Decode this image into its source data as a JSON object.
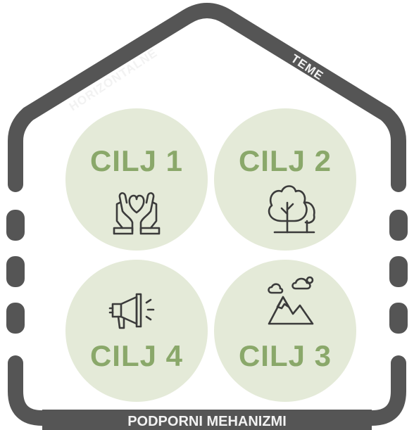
{
  "roof": {
    "left_label": "HORIZONTALNE",
    "right_label": "TEME"
  },
  "base": {
    "label": "PODPORNI MEHANIZMI"
  },
  "goals": [
    {
      "label": "CILJ 1",
      "icon": "hands-heart-icon"
    },
    {
      "label": "CILJ 2",
      "icon": "tree-icon"
    },
    {
      "label": "CILJ 3",
      "icon": "mountain-icon"
    },
    {
      "label": "CILJ 4",
      "icon": "megaphone-icon"
    }
  ],
  "colors": {
    "frame": "#555555",
    "circle_fill": "#e4ead8",
    "label_green": "#8aa86a",
    "icon_dark": "#3b3b3b",
    "text_light": "#f2f2f2"
  }
}
